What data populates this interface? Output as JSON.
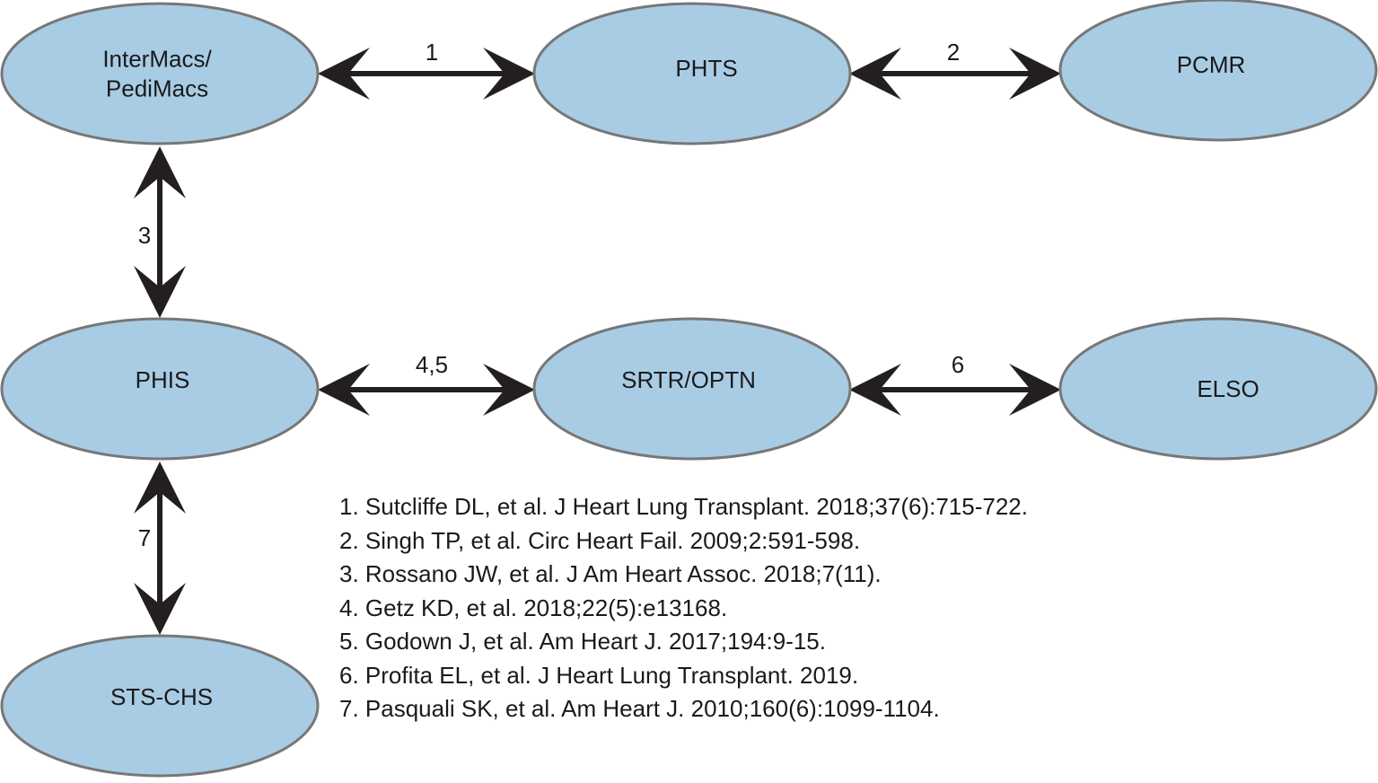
{
  "colors": {
    "node_fill": "#a9cce5",
    "node_stroke": "#777777",
    "arrow": "#231f20",
    "text": "#1a1a1a"
  },
  "nodes": {
    "intermacs": {
      "lines": [
        "InterMacs/",
        "PediMacs"
      ]
    },
    "phts": {
      "lines": [
        "PHTS"
      ]
    },
    "pcmr": {
      "lines": [
        "PCMR"
      ]
    },
    "phis": {
      "lines": [
        "PHIS"
      ]
    },
    "srtr": {
      "lines": [
        "SRTR/OPTN"
      ]
    },
    "elso": {
      "lines": [
        "ELSO"
      ]
    },
    "stschs": {
      "lines": [
        "STS-CHS"
      ]
    }
  },
  "edges": [
    {
      "from": "intermacs",
      "to": "phts",
      "label": "1"
    },
    {
      "from": "phts",
      "to": "pcmr",
      "label": "2"
    },
    {
      "from": "intermacs",
      "to": "phis",
      "label": "3"
    },
    {
      "from": "phis",
      "to": "srtr",
      "label": "4,5"
    },
    {
      "from": "srtr",
      "to": "elso",
      "label": "6"
    },
    {
      "from": "phis",
      "to": "stschs",
      "label": "7"
    }
  ],
  "references": [
    "1. Sutcliffe DL, et al. J Heart Lung Transplant. 2018;37(6):715-722.",
    "2. Singh TP, et al. Circ Heart Fail. 2009;2:591-598.",
    "3. Rossano JW, et al. J Am Heart Assoc. 2018;7(11).",
    "4. Getz KD, et al. 2018;22(5):e13168.",
    "5. Godown J, et al. Am Heart J. 2017;194:9-15.",
    "6. Profita EL, et al. J Heart Lung Transplant. 2019.",
    "7. Pasquali SK, et al. Am Heart J. 2010;160(6):1099-1104."
  ]
}
